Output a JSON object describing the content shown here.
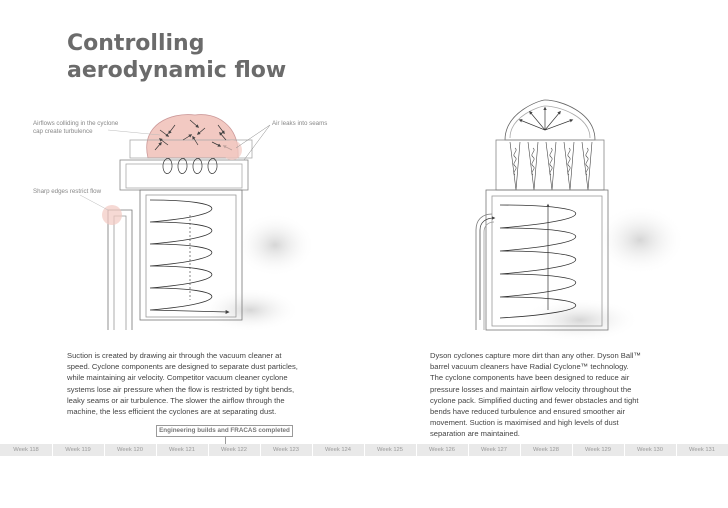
{
  "title": {
    "line1": "Controlling",
    "line2": "aerodynamic flow"
  },
  "annotations": {
    "airflow_line1": "Airflows colliding in the cyclone",
    "airflow_line2": "cap create turbulence",
    "air_leaks": "Air leaks into seams",
    "sharp_edges": "Sharp edges restrict flow"
  },
  "left_text": {
    "lines": [
      "Suction is created by drawing air through the vacuum cleaner at",
      "speed. Cyclone components are designed to separate dust particles,",
      "while maintaining air velocity. Competitor vacuum cleaner cyclone",
      "systems lose air pressure when the flow is restricted by tight bends,",
      "leaky seams or air turbulence. The slower the airflow through the",
      "machine, the less efficient the cyclones are at separating dust."
    ]
  },
  "right_text": {
    "lines": [
      "Dyson cyclones capture more dirt than any other. Dyson Ball™",
      "barrel vacuum cleaners have Radial Cyclone™ technology.",
      "The cyclone components have been designed to reduce air",
      "pressure losses and maintain airflow velocity throughout the",
      "cyclone pack. Simplified ducting and fewer obstacles and tight",
      "bends have reduced turbulence and ensured smoother air",
      "movement. Suction is maximised and high levels of dust",
      "separation are maintained."
    ]
  },
  "banner": "Engineering builds and FRACAS completed",
  "timeline": {
    "weeks": [
      "Week 118",
      "Week 119",
      "Week 120",
      "Week 121",
      "Week 122",
      "Week 123",
      "Week 124",
      "Week 125",
      "Week 126",
      "Week 127",
      "Week 128",
      "Week 129",
      "Week 130",
      "Week 131"
    ]
  },
  "colors": {
    "title": "#6b6b6b",
    "highlight": "#f2c9c2",
    "timeline": "#e9e9e9"
  }
}
